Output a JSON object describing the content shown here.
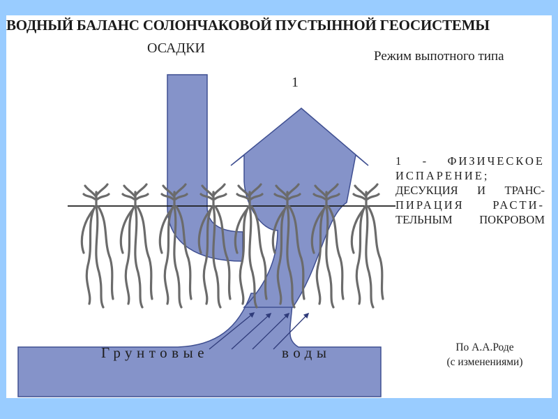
{
  "title": "ВОДНЫЙ БАЛАНС СОЛОНЧАКОВОЙ ПУСТЫННОЙ ГЕОСИСТЕМЫ",
  "mode_label": "Режим выпотного типа",
  "precipitation_label": "ОСАДКИ",
  "marker_label": "1",
  "legend": {
    "lines": [
      "1 - ФИЗИЧЕСКОЕ",
      "ИСПАРЕНИЕ;",
      "ДЕСУКЦИЯ И ТРАНС-",
      "ПИРАЦИЯ РАСТИ-",
      "ТЕЛЬНЫМ ПОКРОВОМ"
    ]
  },
  "groundwater": {
    "part1": "Грунтовые",
    "part2": "воды"
  },
  "source": {
    "line1": "По А.А.Роде",
    "line2": "(с изменениями)"
  },
  "colors": {
    "background": "#99ccff",
    "flow_fill": "#8593c9",
    "flow_stroke": "#3f4f91",
    "roots": "#6b6b6b"
  }
}
